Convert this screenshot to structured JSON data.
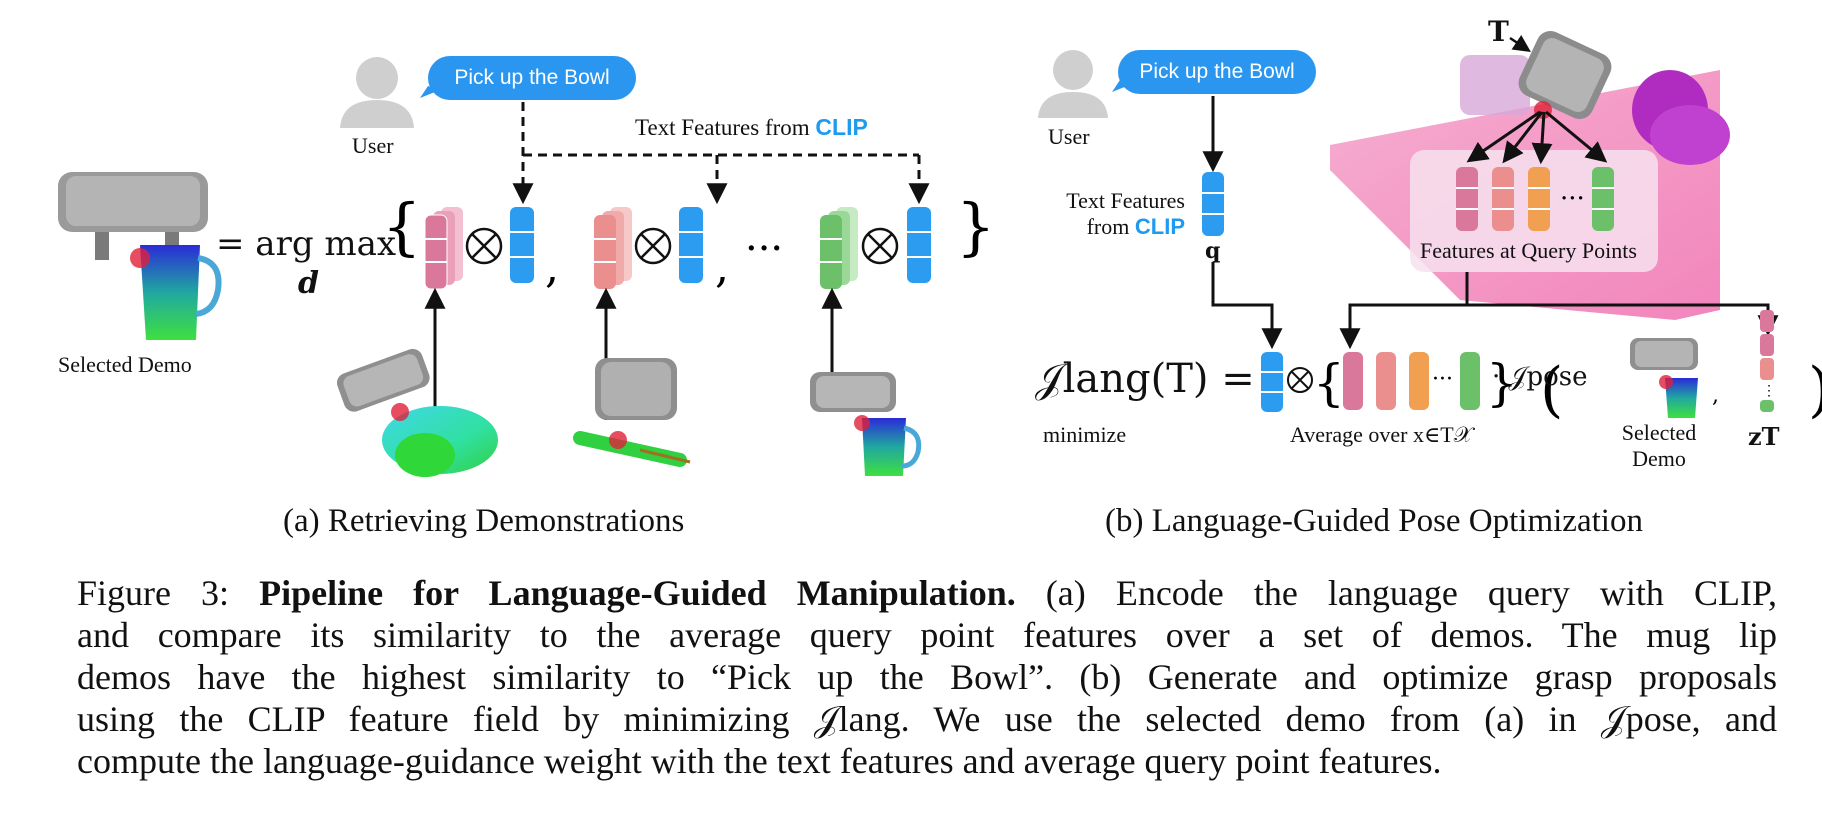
{
  "panel_a": {
    "user_label": "User",
    "speech_bubble": "Pick up the Bowl",
    "text_features_label_prefix": "Text Features from ",
    "clip_label": "CLIP",
    "selected_demo_label": "Selected Demo",
    "equals_argmax": "= arg max",
    "argmax_var": "d",
    "caption": "(a) Retrieving Demonstrations"
  },
  "panel_b": {
    "transform_label": "T",
    "user_label": "User",
    "speech_bubble": "Pick up the Bowl",
    "text_features_line1": "Text Features",
    "text_features_line2_prefix": "from ",
    "clip_label": "CLIP",
    "q_label": "q",
    "query_points_label": "Features at Query Points",
    "objective_lhs": "𝒥lang(T) =",
    "minimize_label": "minimize",
    "average_label": "Average over x∈T𝒳",
    "pose_term": "· 𝒥pose",
    "selected_demo_line1": "Selected",
    "selected_demo_line2": "Demo",
    "z_label": "zT",
    "caption": "(b) Language-Guided Pose Optimization"
  },
  "caption": {
    "figure_label": "Figure 3:",
    "title": "Pipeline for Language-Guided Manipulation.",
    "line1_rest": " (a) Encode the language query with CLIP,",
    "line2": "and compare its similarity to the average query point features over a set of demos. The mug lip",
    "line3": "demos have the highest similarity to “Pick up the Bowl”. (b) Generate and optimize grasp proposals",
    "line4": "using the CLIP feature field by minimizing 𝒥lang. We use the selected demo from (a) in 𝒥pose, and",
    "line5": "compute the language-guidance weight with the text features and average query point features."
  },
  "colors": {
    "text_feature_blue": "#2b9cf0",
    "pink_feature": "#d9789a",
    "salmon_feature": "#ea8e8e",
    "orange_feature": "#f0a050",
    "green_feature": "#6cc06a",
    "clip_blue": "#1e9bf0"
  }
}
